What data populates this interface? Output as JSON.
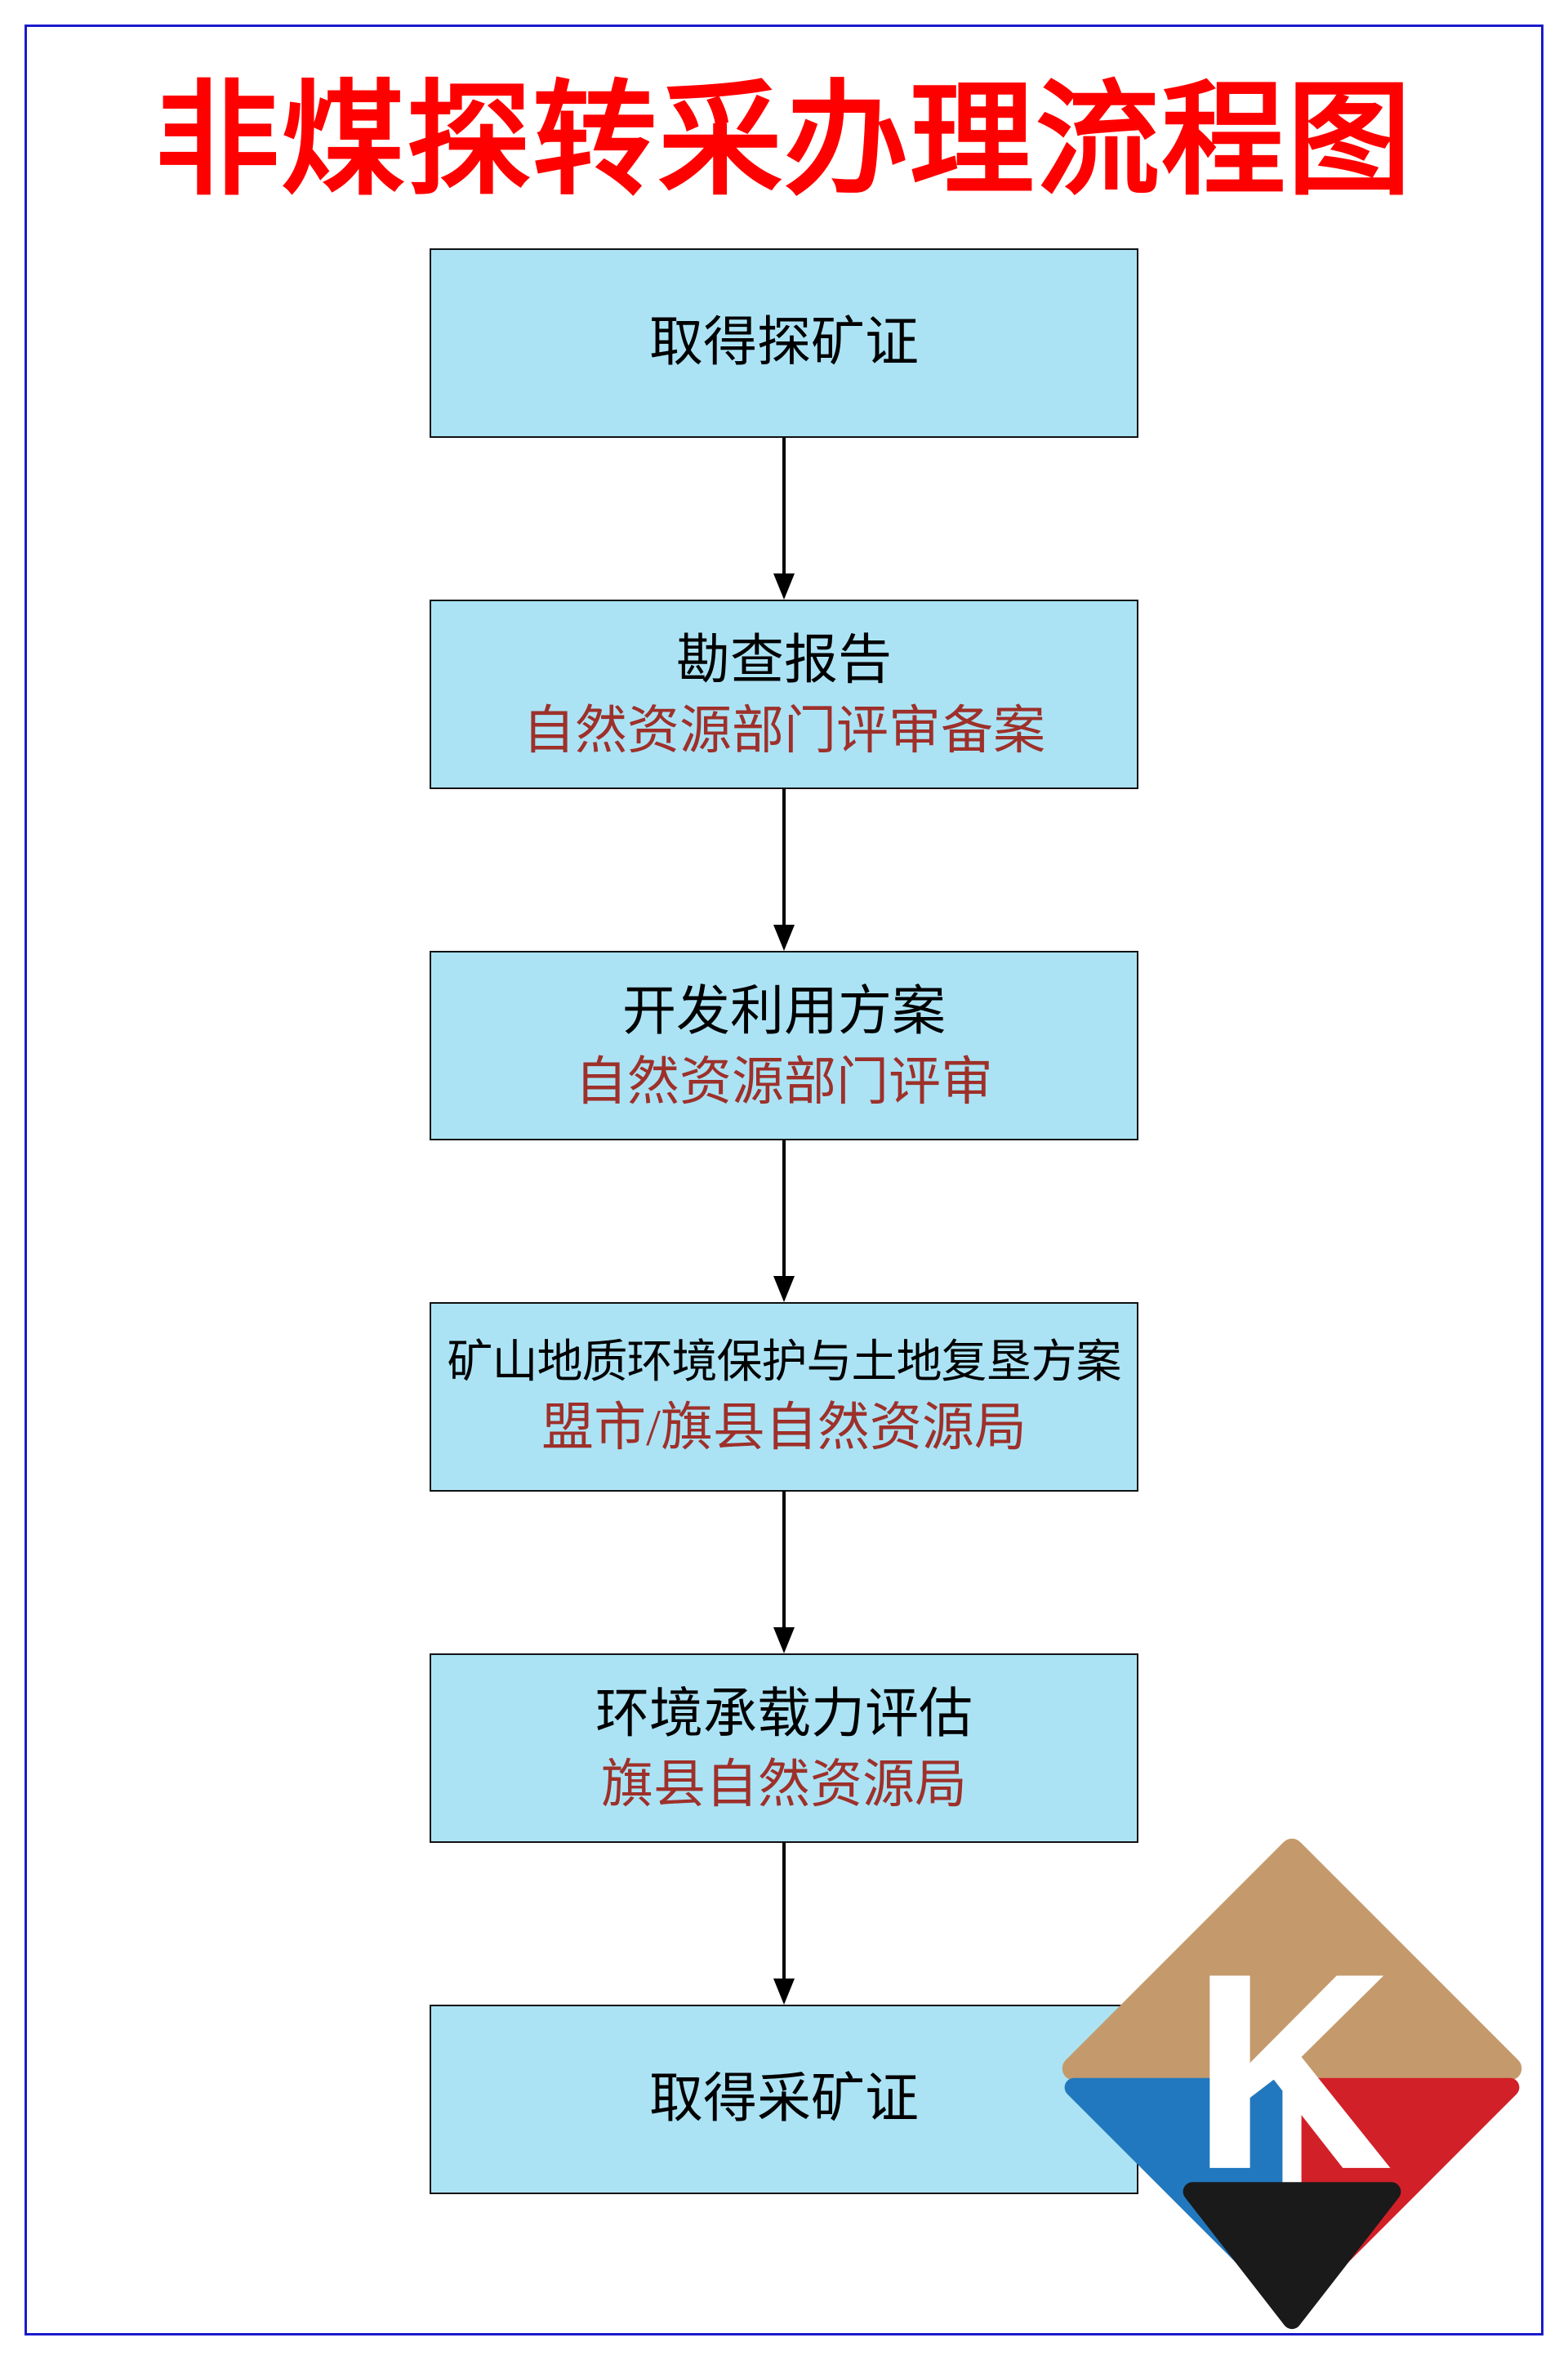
{
  "page": {
    "title": "非煤探转采办理流程图"
  },
  "colors": {
    "title_red": "#ff0000",
    "box_fill": "#abe3f5",
    "box_border": "#111111",
    "subtitle_red": "#9e302a",
    "page_border_blue": "#1a1acc"
  },
  "flow": {
    "steps": [
      {
        "title": "取得探矿证",
        "subtitle": ""
      },
      {
        "title": "勘查报告",
        "subtitle": "自然资源部门评审备案"
      },
      {
        "title": "开发利用方案",
        "subtitle": "自然资源部门评审"
      },
      {
        "title": "矿山地质环境保护与土地复垦方案",
        "subtitle": "盟市/旗县自然资源局"
      },
      {
        "title": "环境承载力评估",
        "subtitle": "旗县自然资源局"
      },
      {
        "title": "取得采矿证",
        "subtitle": ""
      }
    ]
  },
  "logo": {
    "letter": "K",
    "gold": "#c49a6c",
    "blue": "#2278be",
    "red": "#d22028",
    "black": "#1a1a1a"
  }
}
